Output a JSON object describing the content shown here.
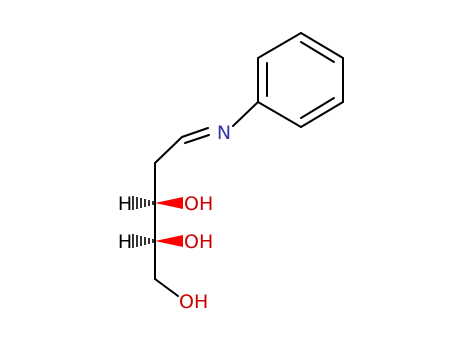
{
  "structure": {
    "labels": {
      "imine_nitrogen": "N",
      "hydroxyl_3": "OH",
      "hydroxyl_4": "OH",
      "hydroxyl_5": "OH",
      "hydrogen_3": "H",
      "hydrogen_4": "H"
    },
    "colors": {
      "bond": "#000000",
      "nitrogen": "#3333aa",
      "oxygen": "#cc0000",
      "hydrogen": "#000000",
      "wedge": "#ff0000",
      "hash": "#000000"
    }
  }
}
